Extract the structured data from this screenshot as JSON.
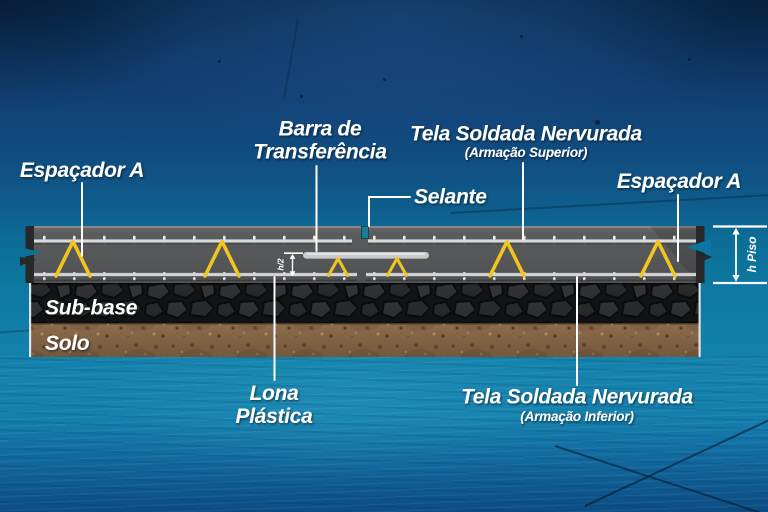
{
  "diagram": {
    "callouts": {
      "espacador_left": {
        "label": "Espaçador A"
      },
      "barra": {
        "line1": "Barra de",
        "line2": "Transferência"
      },
      "tela_superior": {
        "title": "Tela Soldada Nervurada",
        "subtitle": "(Armação Superior)"
      },
      "selante": {
        "label": "Selante"
      },
      "espacador_right": {
        "label": "Espaçador A"
      },
      "sub_base": {
        "label": "Sub-base"
      },
      "solo": {
        "label": "Solo"
      },
      "lona": {
        "line1": "Lona",
        "line2": "Plástica"
      },
      "tela_inferior": {
        "title": "Tela Soldada Nervurada",
        "subtitle": "(Armação Inferior)"
      }
    },
    "dimensions": {
      "half_height": "h/2",
      "slab_height": "h Piso"
    },
    "colors": {
      "spacer_yellow": "#F2C41E",
      "mesh_gray": "#D8D9DA",
      "concrete_gray": "#57585A",
      "sealant_teal": "#1B7E98",
      "transfer_bar_gray": "#C9CACB",
      "soil_brown": "#8D6C4B",
      "subbase_dark": "#141516",
      "leader_white": "#FFFFFF"
    }
  }
}
